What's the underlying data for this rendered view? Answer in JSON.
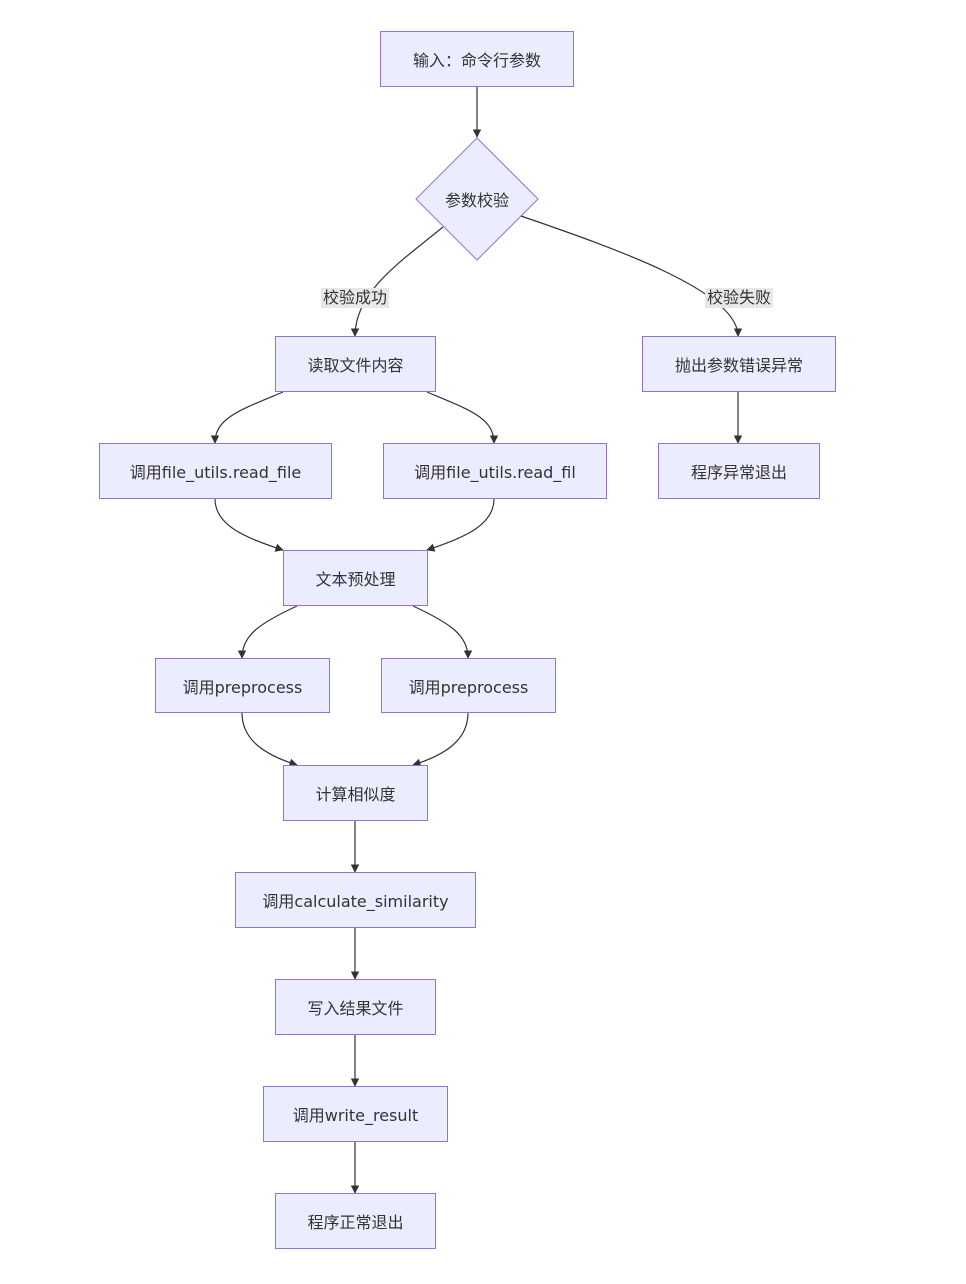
{
  "nodes": {
    "input": "输入：命令行参数",
    "validate": "参数校验",
    "read_file": "读取文件内容",
    "call_read_1": "调用file_utils.read_file",
    "call_read_2": "调用file_utils.read_fil",
    "preprocess": "文本预处理",
    "call_pre_1": "调用preprocess",
    "call_pre_2": "调用preprocess",
    "similarity": "计算相似度",
    "call_sim": "调用calculate_similarity",
    "write": "写入结果文件",
    "call_write": "调用write_result",
    "exit_ok": "程序正常退出",
    "throw": "抛出参数错误异常",
    "exit_err": "程序异常退出"
  },
  "edge_labels": {
    "success": "校验成功",
    "failure": "校验失败"
  },
  "colors": {
    "node_fill": "#ECECFF",
    "node_stroke": "#9370DB",
    "edge": "#333333",
    "label_bg": "#e8e8e8"
  }
}
